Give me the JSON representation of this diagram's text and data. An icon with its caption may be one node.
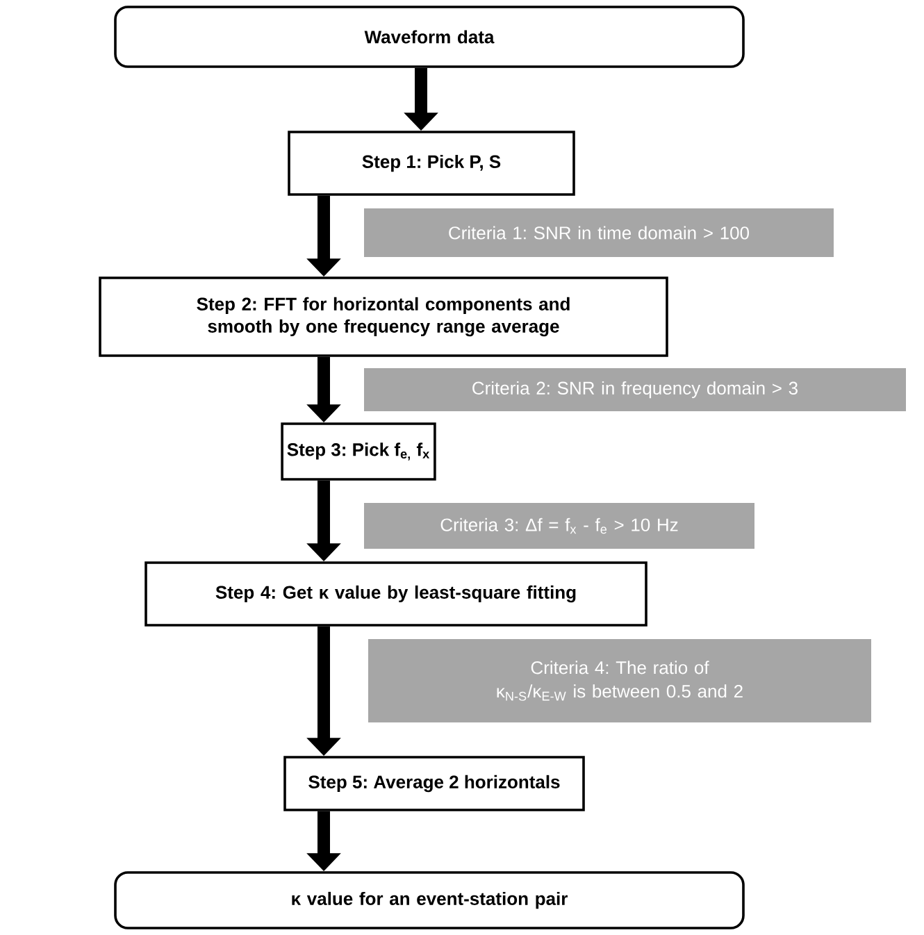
{
  "diagram": {
    "nodes": [
      {
        "text": [
          "Waveform data"
        ]
      },
      {
        "text": [
          "Step 1: Pick P, S"
        ]
      },
      {
        "text": [
          "Step 2: FFT for  horizontal components and smooth by one frequency range average"
        ]
      },
      {
        "text": [
          "Step 3: Pick f$_{e,}$ f$_{x}$"
        ]
      },
      {
        "text": [
          "Step 4: Get κ value by least-square fitting"
        ]
      },
      {
        "text": [
          "Step 5: Average 2 horizontals"
        ]
      },
      {
        "text": [
          "κ value for an event-station pair"
        ]
      }
    ],
    "edges": [
      {
        "from": 0,
        "to": 1,
        "arrow": "to"
      },
      {
        "from": 1,
        "to": 2,
        "arrow": "to"
      },
      {
        "from": 2,
        "to": 3,
        "arrow": "to"
      },
      {
        "from": 3,
        "to": 4,
        "arrow": "to"
      },
      {
        "from": 4,
        "to": 5,
        "arrow": "to"
      },
      {
        "from": 5,
        "to": 6,
        "arrow": "to"
      }
    ],
    "labels": [
      "Criteria 1: SNR in time domain > 100",
      "Criteria 2: SNR in frequency domain > 3",
      "Criteria 3: Δf = f$_{x}$ - f$_{e}$ > 10 Hz",
      "Criteria 4: The ratio of κ$_{N-S}$/κ$_{E-W}$ is between 0.5 and 2"
    ]
  }
}
